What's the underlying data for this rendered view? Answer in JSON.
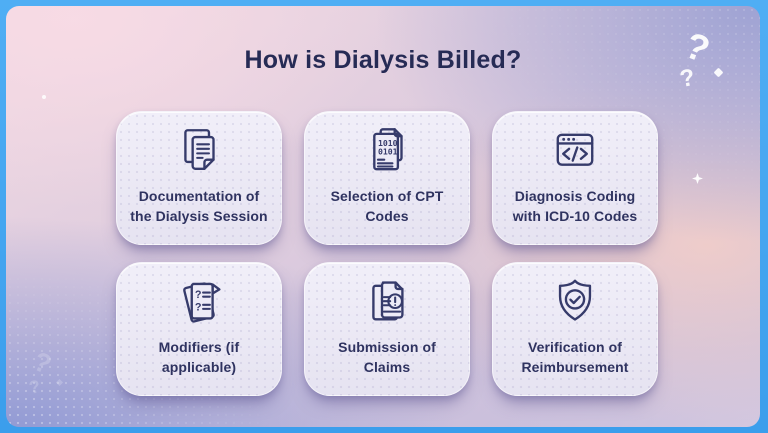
{
  "header": {
    "title": "How is Dialysis Billed?",
    "logo_name": "double-question-mark-logo",
    "logo_glyph": "?"
  },
  "cards": [
    {
      "icon": "stacked-documents-icon",
      "lines": [
        "Documentation of",
        "the Dialysis Session"
      ]
    },
    {
      "icon": "binary-code-documents-icon",
      "lines": [
        "Selection of CPT",
        "Codes"
      ],
      "icon_text": [
        "1010",
        "0101"
      ]
    },
    {
      "icon": "code-window-icon",
      "lines": [
        "Diagnosis Coding",
        "with ICD-10 Codes"
      ]
    },
    {
      "icon": "question-equals-documents-icon",
      "lines": [
        "Modifiers (if",
        "applicable)"
      ],
      "icon_glyph": "?"
    },
    {
      "icon": "claim-alert-documents-icon",
      "lines": [
        "Submission of",
        "Claims"
      ]
    },
    {
      "icon": "shield-check-icon",
      "lines": [
        "Verification of",
        "Reimbursement"
      ]
    }
  ],
  "decorations": {
    "watermark": "double-question-mark-watermark",
    "sparkles": [
      "diamond-sparkle",
      "dot-sparkle"
    ]
  },
  "colors": {
    "frame_border": "#42A5F0",
    "title_navy": "#262B55",
    "label_navy": "#2F3360",
    "icon_stroke": "#363B6B",
    "card_background": "#EDEBF7"
  }
}
